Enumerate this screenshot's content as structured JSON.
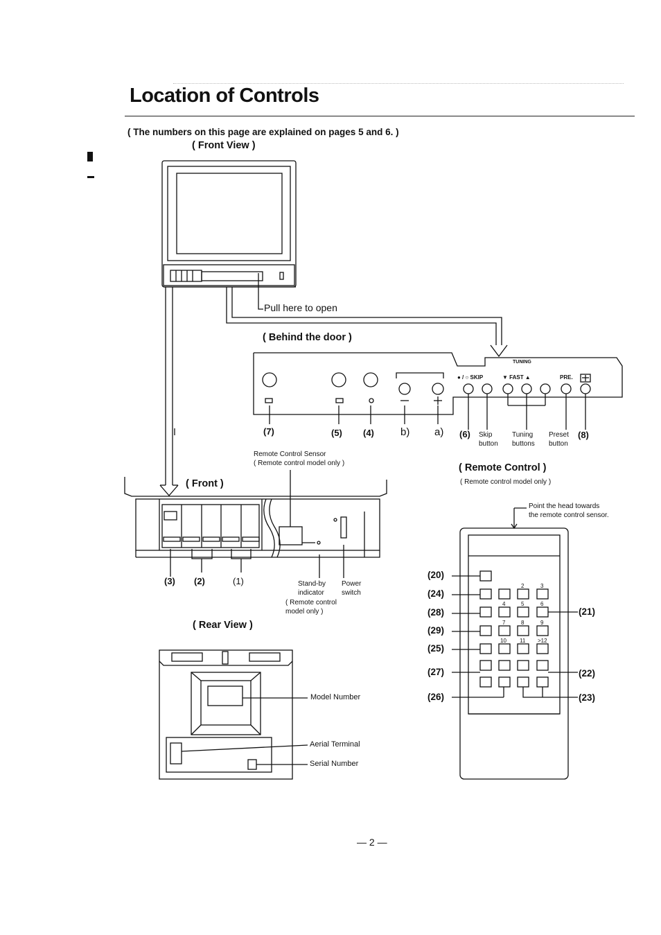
{
  "page": {
    "title": "Location of Controls",
    "note": "( The numbers on this page are explained on pages 5 and 6. )",
    "page_number": "— 2 —"
  },
  "front_view": {
    "heading": "( Front View )",
    "pull_label": "Pull here to open"
  },
  "behind_door": {
    "heading": "( Behind the door )",
    "tuning_label": "TUNING",
    "panel_labels": [
      "● / ○ SKIP",
      "▼ FAST ▲",
      "PRE."
    ],
    "callouts": [
      "(7)",
      "(5)",
      "(4)",
      "b)",
      "a)",
      "(6)",
      "(8)"
    ],
    "skip_label": [
      "Skip",
      "button"
    ],
    "tuning_buttons_label": [
      "Tuning",
      "buttons"
    ],
    "preset_label": [
      "Preset",
      "button"
    ]
  },
  "front": {
    "heading": "( Front )",
    "sensor_label": [
      "Remote Control Sensor",
      "( Remote control model only )"
    ],
    "callouts": [
      "(3)",
      "(2)",
      "(1)"
    ],
    "standby_label": [
      "Stand-by",
      "indicator"
    ],
    "power_label": [
      "Power",
      "switch"
    ],
    "remote_note": [
      "( Remote control",
      "model only )"
    ]
  },
  "remote": {
    "heading": "( Remote Control )",
    "subheading": "( Remote control model only )",
    "point_label": [
      "Point the head towards",
      "the remote control sensor."
    ],
    "callouts_left": [
      "(20)",
      "(24)",
      "(28)",
      "(29)",
      "(25)",
      "(27)",
      "(26)"
    ],
    "callouts_right": [
      "(21)",
      "(22)",
      "(23)"
    ],
    "digits": [
      "2",
      "3",
      "4",
      "5",
      "6",
      "7",
      "8",
      "9",
      "10",
      "11",
      ">12"
    ]
  },
  "rear_view": {
    "heading": "( Rear View )",
    "model_label": "Model Number",
    "aerial_label": "Aerial Terminal",
    "serial_label": "Serial Number"
  }
}
